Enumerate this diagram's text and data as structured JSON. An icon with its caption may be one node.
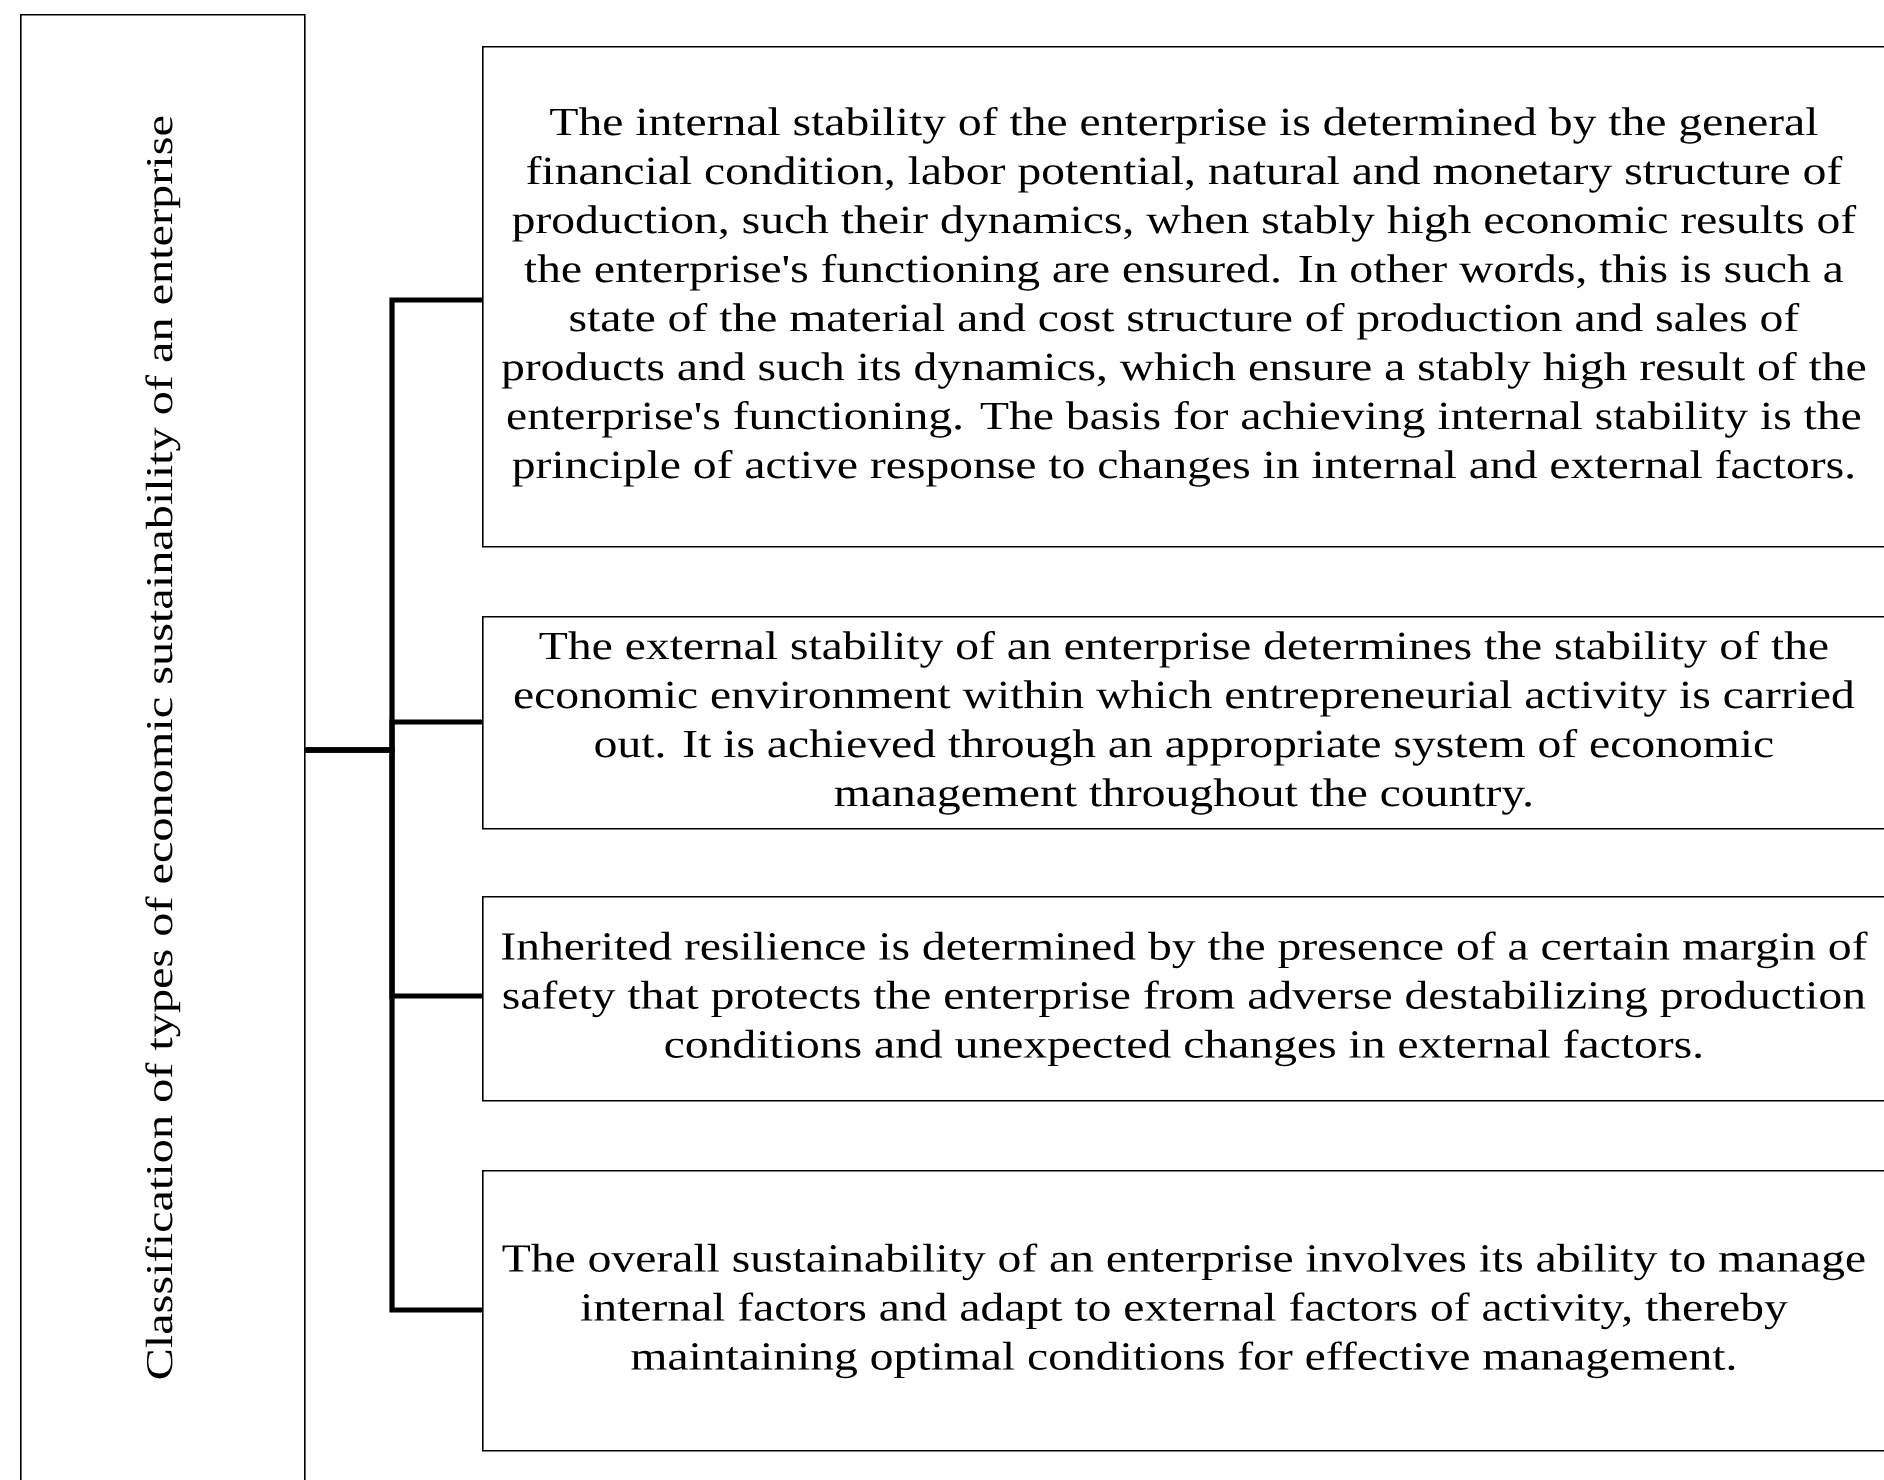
{
  "diagram": {
    "nodes": [
      {
        "text": [
          "Classification of types of economic sustainability of an enterprise"
        ]
      },
      {
        "text": [
          "The internal stability of the enterprise is determined by the general financial condition, labor potential, natural and monetary structure of production, such their dynamics, when stably high economic results of the enterprise's functioning are ensured. In other words, this is such a state of the material and cost structure of production and sales of products and such its dynamics, which ensure a stably high result of the enterprise's functioning. The basis for achieving internal stability is the principle of active response to changes in internal and external factors."
        ]
      },
      {
        "text": [
          "The external stability of an enterprise determines the stability of the economic environment within which entrepreneurial activity is carried out. It is achieved through an appropriate system of economic management throughout the country."
        ]
      },
      {
        "text": [
          "Inherited resilience is determined by the presence of a certain margin of safety that protects the enterprise from adverse destabilizing production conditions and unexpected changes in external factors."
        ]
      },
      {
        "text": [
          "The overall sustainability of an enterprise involves its ability to manage internal factors and adapt to external factors of activity, thereby maintaining optimal conditions for effective management."
        ]
      }
    ],
    "edges": [
      {
        "from": 0,
        "to": 1,
        "arrow": "none"
      },
      {
        "from": 0,
        "to": 2,
        "arrow": "none"
      },
      {
        "from": 0,
        "to": 3,
        "arrow": "none"
      },
      {
        "from": 0,
        "to": 4,
        "arrow": "none"
      }
    ]
  }
}
